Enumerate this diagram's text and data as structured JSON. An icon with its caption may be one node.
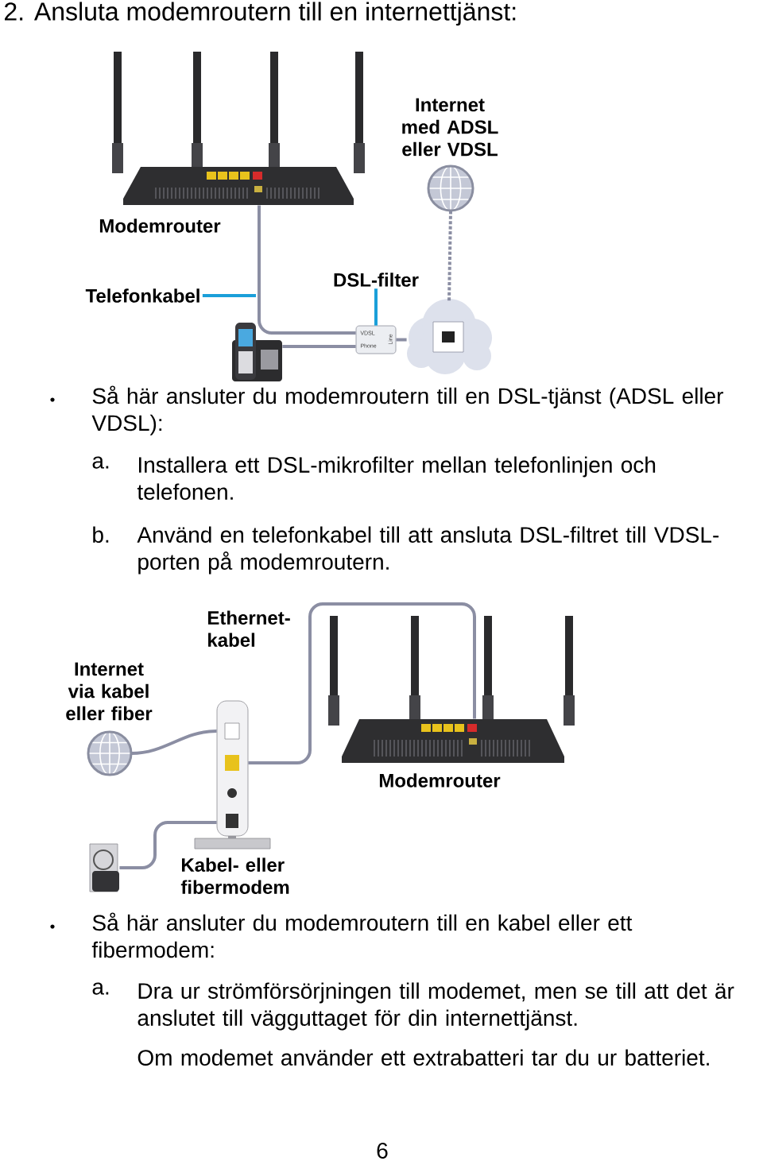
{
  "diagram": {
    "title": "2.  Ansluta modemroutern till en internettjänst:",
    "nodes": [
      {
        "text": [
          "Modemrouter"
        ]
      },
      {
        "text": [
          "Internet med ADSL eller VDSL"
        ]
      },
      {
        "text": [],
        "shape": "picture"
      },
      {
        "text": [],
        "shape": "box"
      },
      {
        "text": [],
        "shape": "picture"
      },
      {
        "text": [
          "DSL-filter"
        ]
      },
      {
        "text": [
          "Telefonkabel"
        ]
      },
      {
        "text": [
          "Internet via kabel eller fiber"
        ]
      },
      {
        "text": [
          "Kabel- eller fibermodem"
        ]
      },
      {
        "text": [
          "Modemrouter"
        ]
      },
      {
        "text": [],
        "shape": "picture"
      }
    ],
    "edges": [
      {
        "from": 0,
        "to": 3,
        "arrow": "none"
      },
      {
        "from": 2,
        "to": 3,
        "arrow": "none"
      },
      {
        "from": 3,
        "to": 4,
        "arrow": "none"
      },
      {
        "from": 1,
        "to": 4,
        "arrow": "none",
        "style": "dashed"
      },
      {
        "from": 5,
        "to": 3,
        "arrow": "none",
        "color": "#1a9fd9"
      },
      {
        "from": 6,
        "to": null,
        "arrow": "none",
        "color": "#1a9fd9"
      },
      {
        "from": 7,
        "to": 8,
        "arrow": "none"
      },
      {
        "from": 8,
        "to": 9,
        "arrow": "none"
      },
      {
        "from": 10,
        "to": 8,
        "arrow": "none"
      }
    ],
    "labels": [
      "VDSL",
      "Phone",
      "Line",
      "Så här ansluter du modemroutern till en DSL-tjänst (ADSL eller VDSL):",
      "a.",
      "Installera ett DSL-mikrofilter mellan telefonlinjen och telefonen.",
      "b.",
      "Använd en telefonkabel till att ansluta DSL-filtret till VDSL-porten på modemroutern.",
      "Ethernet-kabel",
      "Så här ansluter du modemroutern till en kabel eller ett fibermodem:",
      "a.",
      "Dra ur strömförsörjningen till modemet, men se till att det är anslutet till vägguttaget för din internettjänst.",
      "Om modemet använder ett extrabatteri tar du ur batteriet.",
      "6"
    ]
  }
}
